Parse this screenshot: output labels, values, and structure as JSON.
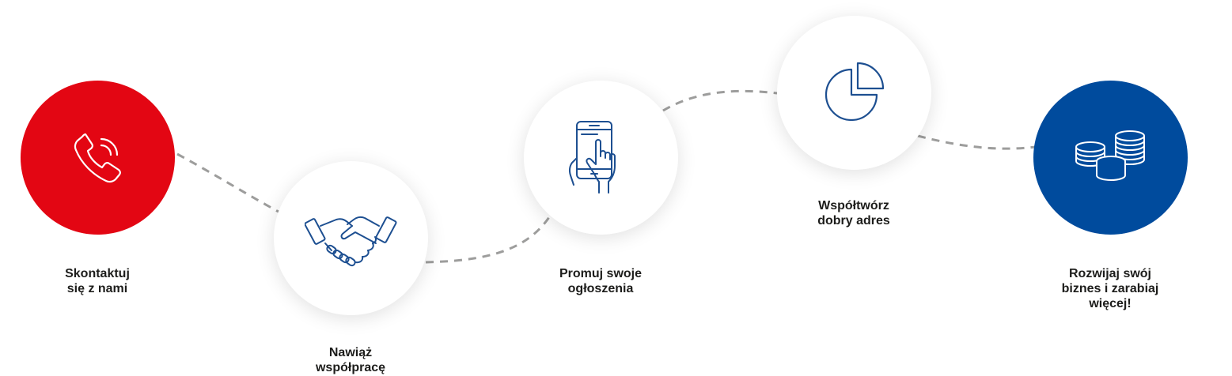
{
  "colors": {
    "red": "#e30613",
    "blue": "#004b9d",
    "icon_blue": "#1d4f91",
    "white": "#ffffff",
    "dash": "#9d9d9c",
    "text": "#1d1d1b"
  },
  "steps": [
    {
      "icon": "phone-icon",
      "line1": "Skontaktuj",
      "line2": "się z nami",
      "line3": ""
    },
    {
      "icon": "handshake-icon",
      "line1": "Nawiąż",
      "line2": "współpracę",
      "line3": ""
    },
    {
      "icon": "smartphone-touch-icon",
      "line1": "Promuj swoje",
      "line2": "ogłoszenia",
      "line3": ""
    },
    {
      "icon": "pie-chart-icon",
      "line1": "Współtwórz",
      "line2": "dobry adres",
      "line3": ""
    },
    {
      "icon": "coins-icon",
      "line1": "Rozwijaj swój",
      "line2": "biznes i zarabiaj",
      "line3": "więcej!"
    }
  ]
}
